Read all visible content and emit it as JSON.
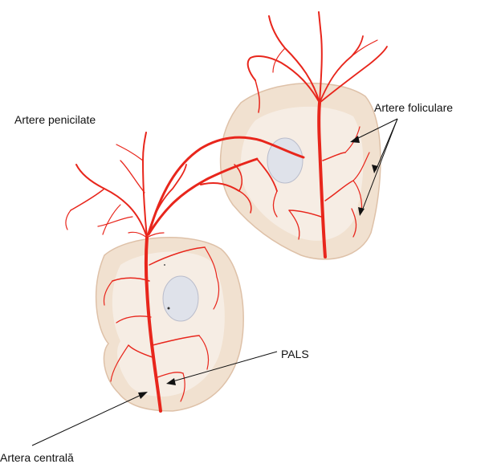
{
  "labels": {
    "penicilate": "Artere penicilate",
    "foliculare": "Artere foliculare",
    "pals": "PALS",
    "centrala": "Artera centrală"
  },
  "colors": {
    "artery": "#e8261c",
    "follicle_fill": "#efdcc8",
    "follicle_edge": "#d9b79a",
    "germinal_center": "#dfe2ea",
    "pointer": "#111111"
  }
}
